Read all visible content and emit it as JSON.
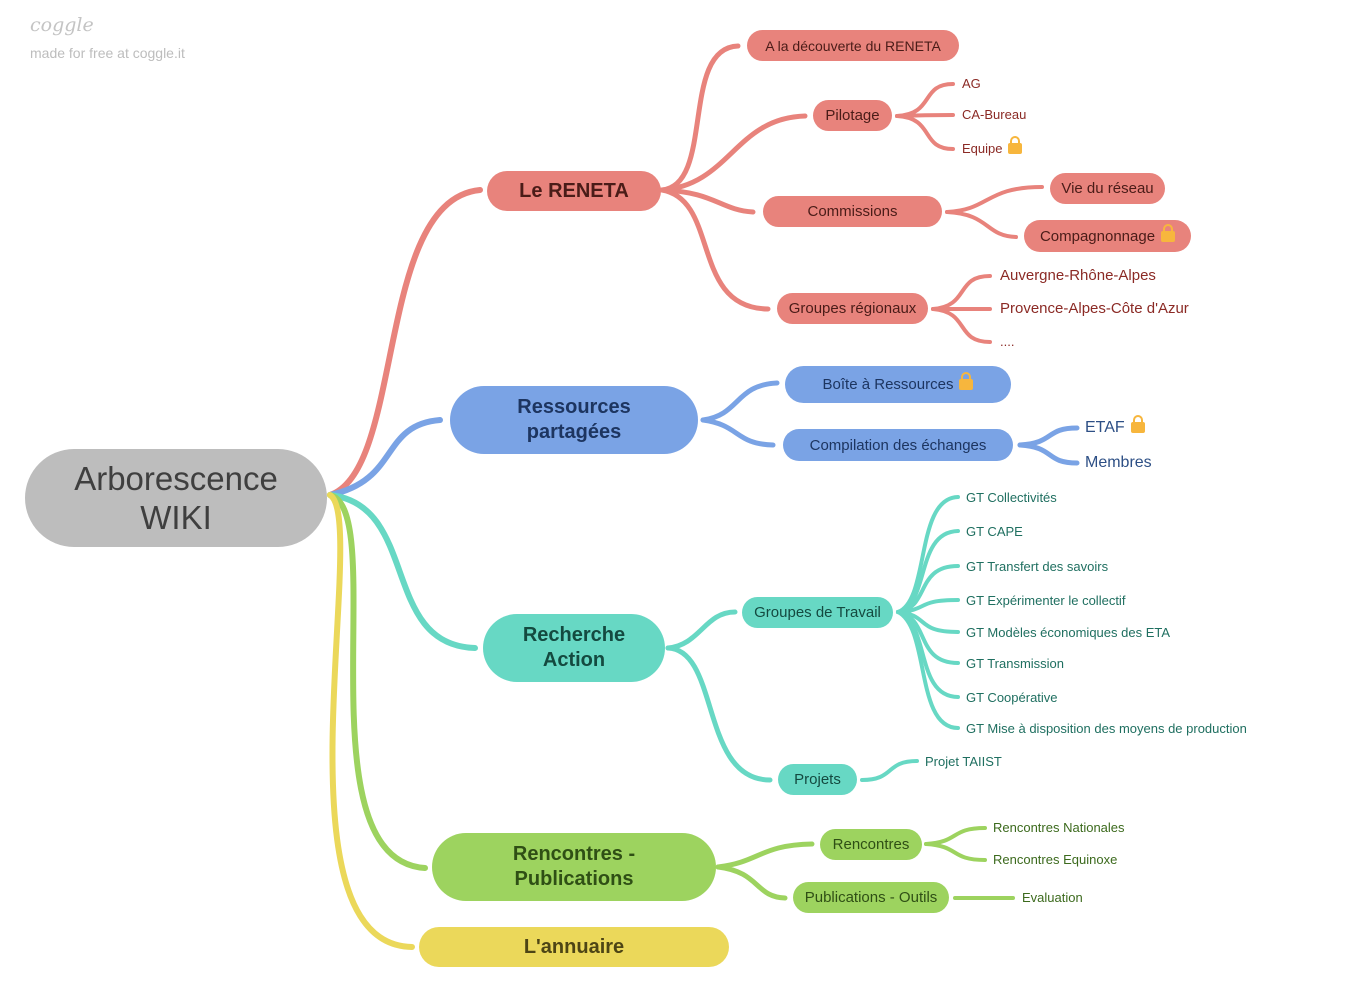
{
  "brand": {
    "logo_text": "coggle",
    "tagline": "made for free at coggle.it"
  },
  "colors": {
    "red": "#e8837c",
    "red_text": "#8b2a25",
    "blue": "#7aa3e5",
    "blue_text": "#2d4f85",
    "teal": "#67d8c4",
    "teal_text": "#1f6f60",
    "green": "#9dd35f",
    "green_text": "#3c6a1d",
    "yellow": "#ebd85a",
    "root": "#bdbdbd"
  },
  "root": {
    "label": "Arborescence WIKI"
  },
  "branches": {
    "reneta": {
      "label": "Le RENETA",
      "decouverte": "A la découverte du RENETA",
      "pilotage": {
        "label": "Pilotage",
        "items": [
          "AG",
          "CA-Bureau",
          "Equipe"
        ]
      },
      "commissions": {
        "label": "Commissions",
        "items": [
          "Vie du réseau",
          "Compagnonnage"
        ]
      },
      "groupes_regionaux": {
        "label": "Groupes régionaux",
        "items": [
          "Auvergne-Rhône-Alpes",
          "Provence-Alpes-Côte d'Azur",
          "...."
        ]
      }
    },
    "ressources": {
      "label": "Ressources partagées",
      "boite": "Boîte à Ressources",
      "compilation": {
        "label": "Compilation des échanges",
        "items": [
          "ETAF",
          "Membres"
        ]
      }
    },
    "recherche": {
      "label": "Recherche Action",
      "groupes_travail": {
        "label": "Groupes de Travail",
        "items": [
          "GT Collectivités",
          "GT CAPE",
          "GT Transfert des savoirs",
          "GT Expérimenter le collectif",
          "GT Modèles économiques des ETA",
          "GT Transmission",
          "GT Coopérative",
          "GT Mise à disposition des moyens de production"
        ]
      },
      "projets": {
        "label": "Projets",
        "items": [
          "Projet TAIIST"
        ]
      }
    },
    "rencontres": {
      "label": "Rencontres - Publications",
      "rencontres": {
        "label": "Rencontres",
        "items": [
          "Rencontres Nationales",
          "Rencontres Equinoxe"
        ]
      },
      "publications": {
        "label": "Publications - Outils",
        "items": [
          "Evaluation"
        ]
      }
    },
    "annuaire": {
      "label": "L'annuaire"
    }
  }
}
